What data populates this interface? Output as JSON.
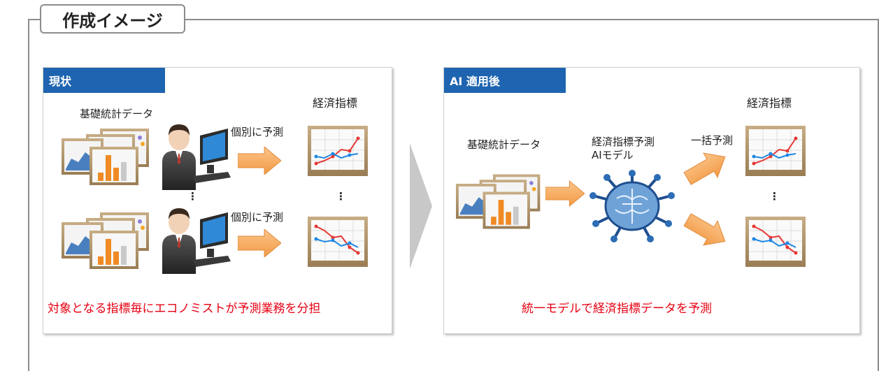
{
  "title": "作成イメージ",
  "left_panel": {
    "tag": "現状",
    "data_label": "基礎統計データ",
    "indicator_label": "経済指標",
    "predict_label_top": "個別に予測",
    "predict_label_bottom": "個別に予測",
    "ellipsis": "⋮",
    "note": "対象となる指標毎にエコノミストが予測業務を分担"
  },
  "right_panel": {
    "tag": "AI 適用後",
    "data_label": "基礎統計データ",
    "model_label_line1": "経済指標予測",
    "model_label_line2": "AIモデル",
    "batch_label": "一括予測",
    "indicator_label": "経済指標",
    "ellipsis": "⋮",
    "note": "統一モデルで経済指標データを予測"
  },
  "colors": {
    "header_blue": "#1f64b0",
    "note_red": "#e60012",
    "arrow_orange": "#f6a85c",
    "frame_gray": "#8c8c8c"
  }
}
